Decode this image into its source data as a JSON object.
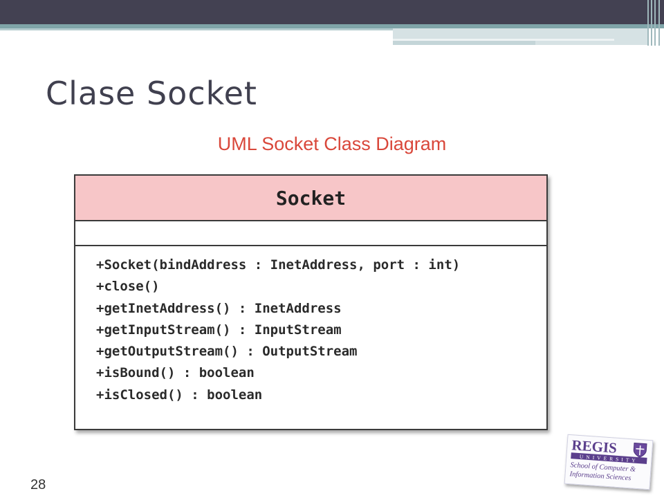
{
  "slide": {
    "title": "Clase Socket",
    "page_number": "28"
  },
  "diagram": {
    "title": "UML Socket Class Diagram",
    "class_name": "Socket",
    "attributes": [],
    "operations": [
      "+Socket(bindAddress : InetAddress, port : int)",
      "+close()",
      "+getInetAddress() : InetAddress",
      "+getInputStream() : InputStream",
      "+getOutputStream() : OutputStream",
      "+isBound() : boolean",
      "+isClosed() : boolean"
    ]
  },
  "logo": {
    "name": "REGIS",
    "subtitle": "UNIVERSITY",
    "line1": "School of Computer &",
    "line2": "Information Sciences"
  },
  "colors": {
    "header_bar": "#434152",
    "accent_band": "#7fa4a8",
    "title_text": "#40404f",
    "diagram_title": "#d9473a",
    "class_header_fill": "#f7c6c8",
    "logo_purple": "#5b3f8c"
  }
}
